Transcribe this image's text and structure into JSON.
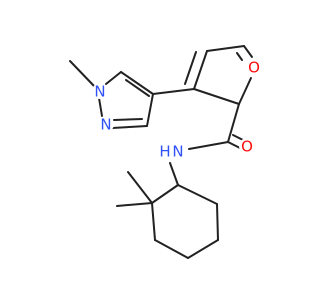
{
  "molecule": {
    "atoms": {
      "N1": "N",
      "N2": "N",
      "O1": "O",
      "NH": "N",
      "H": "H",
      "O2": "O"
    }
  },
  "colors": {
    "bond": "#222222",
    "nitrogen": "#3050F8",
    "oxygen": "#FF0D0D",
    "hydrogen": "#3050F8"
  }
}
